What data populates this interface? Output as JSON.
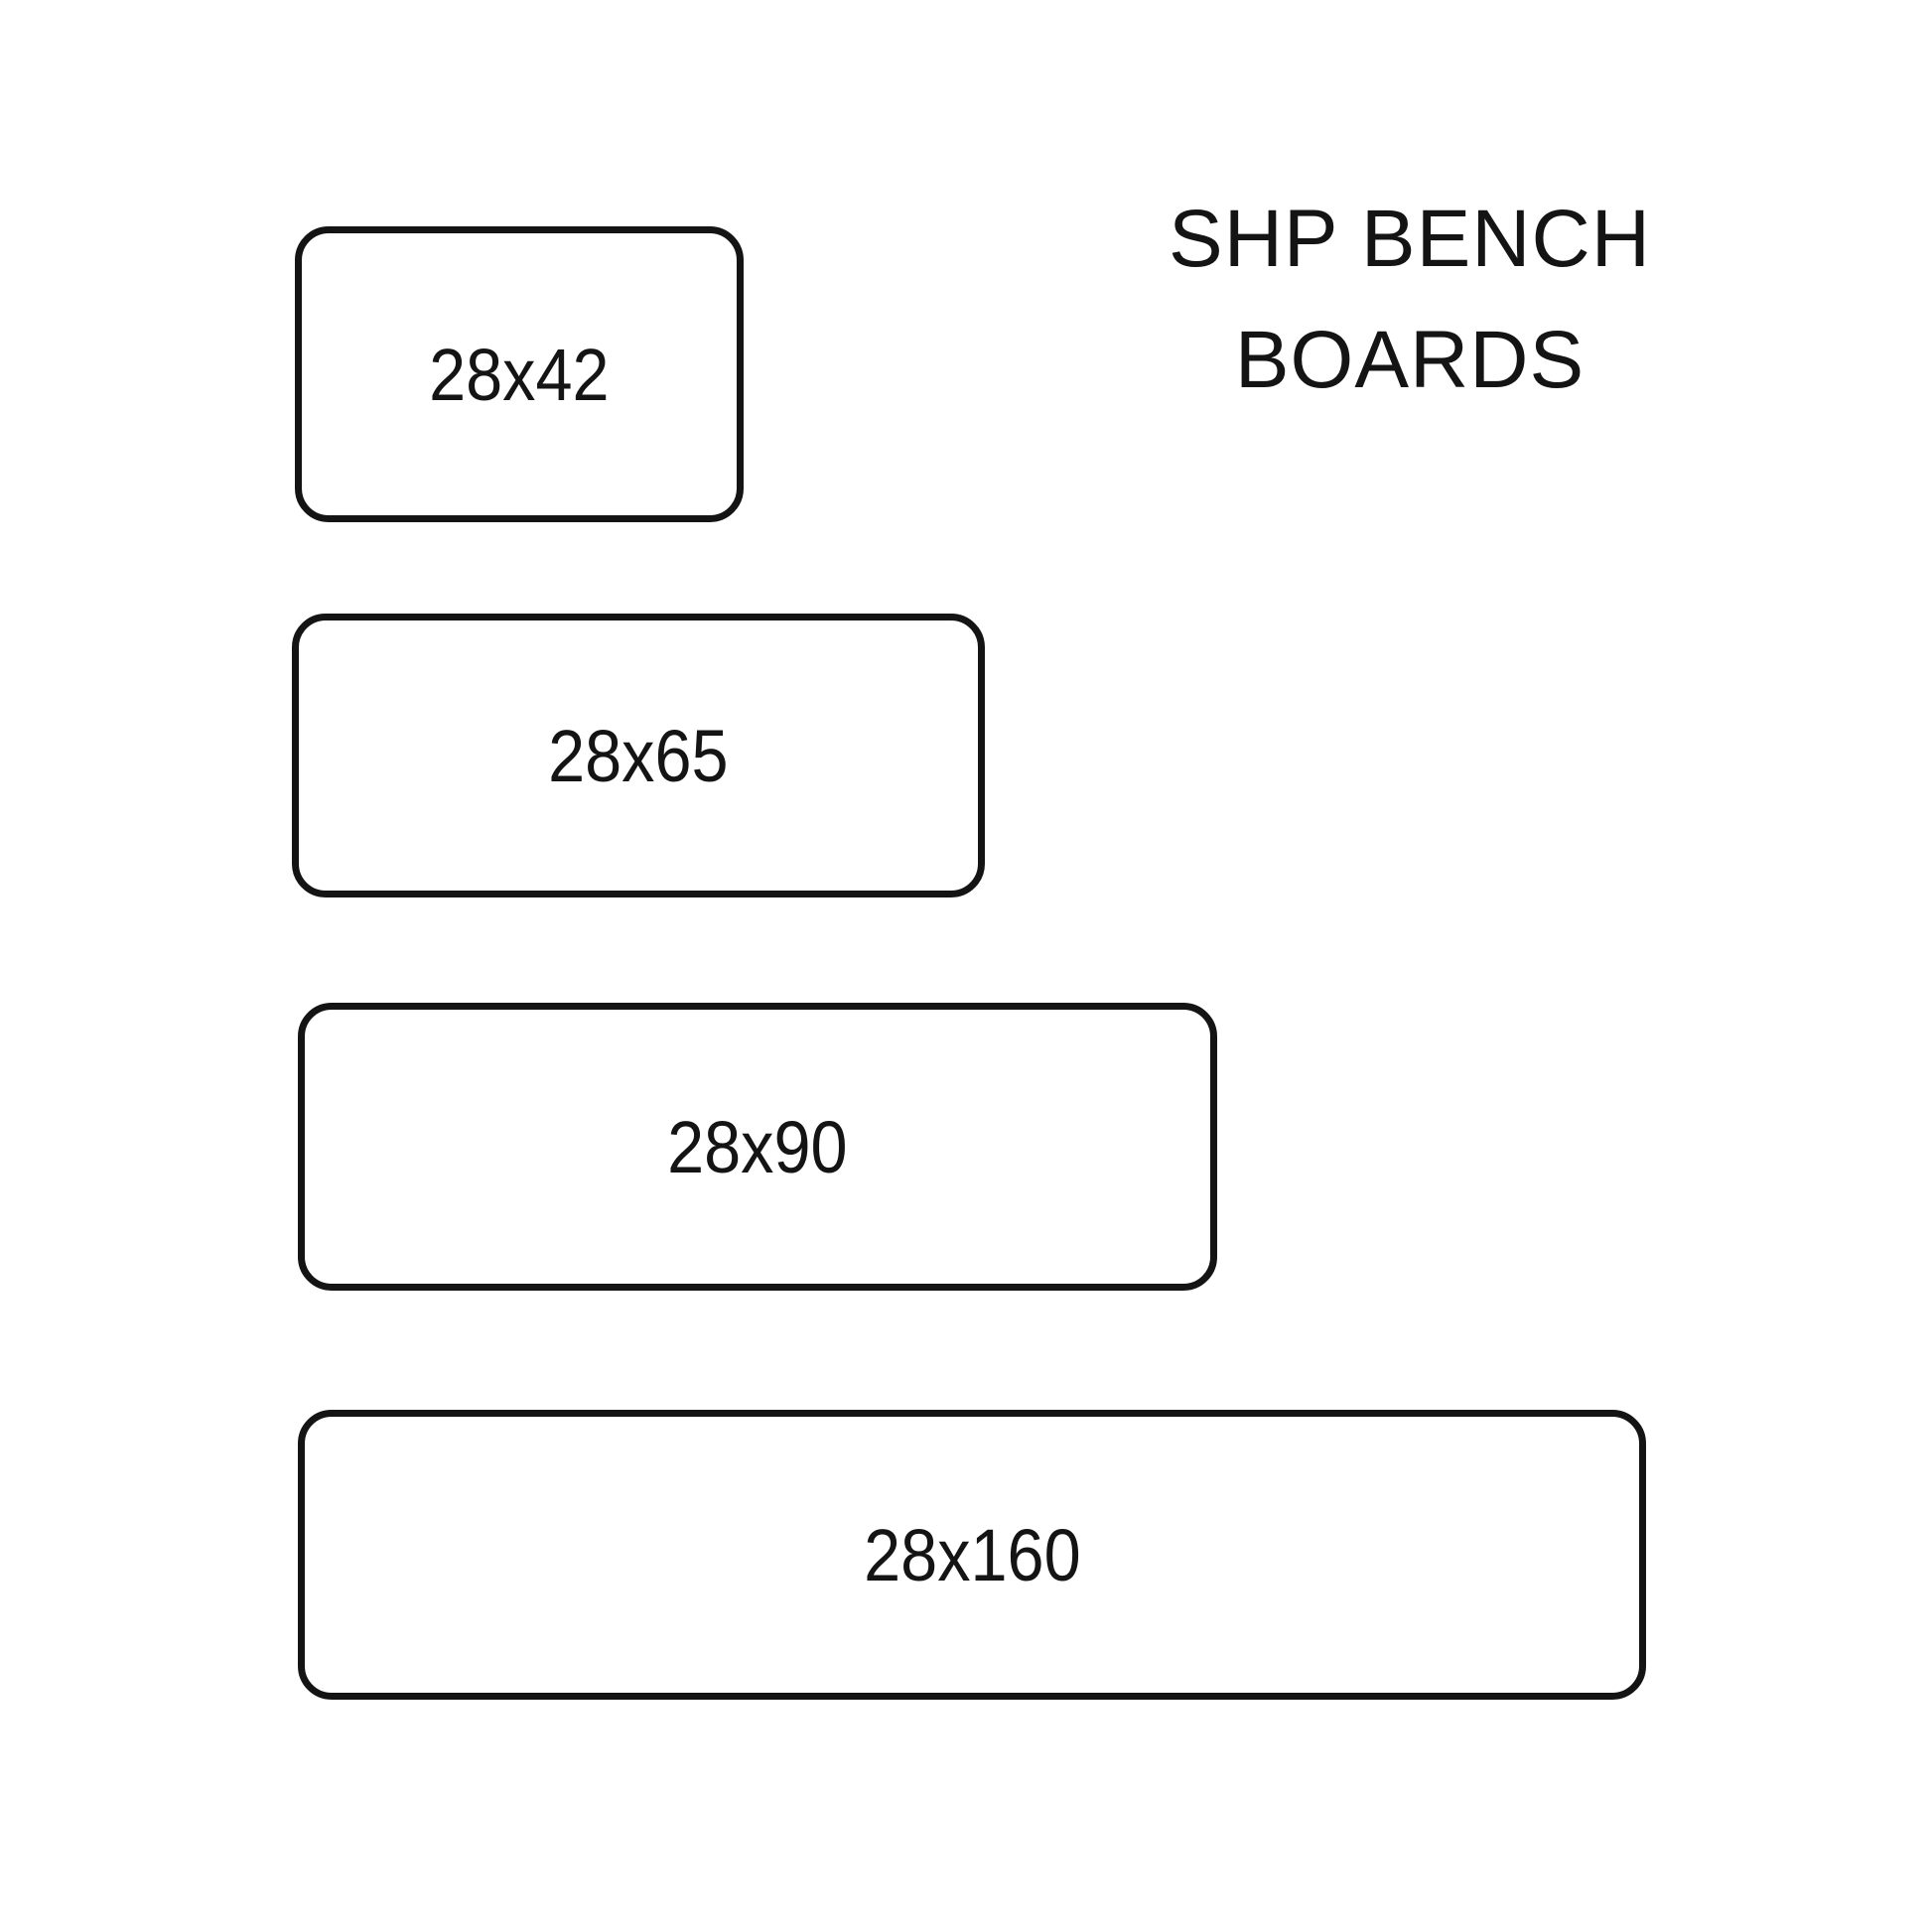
{
  "title": {
    "line1": "SHP BENCH",
    "line2": "BOARDS"
  },
  "boards": [
    {
      "label": "28x42",
      "thickness_mm": 28,
      "width_mm": 42
    },
    {
      "label": "28x65",
      "thickness_mm": 28,
      "width_mm": 65
    },
    {
      "label": "28x90",
      "thickness_mm": 28,
      "width_mm": 90
    },
    {
      "label": "28x160",
      "thickness_mm": 28,
      "width_mm": 160
    }
  ],
  "colors": {
    "line": "#141414",
    "background": "#ffffff",
    "text": "#141414"
  }
}
